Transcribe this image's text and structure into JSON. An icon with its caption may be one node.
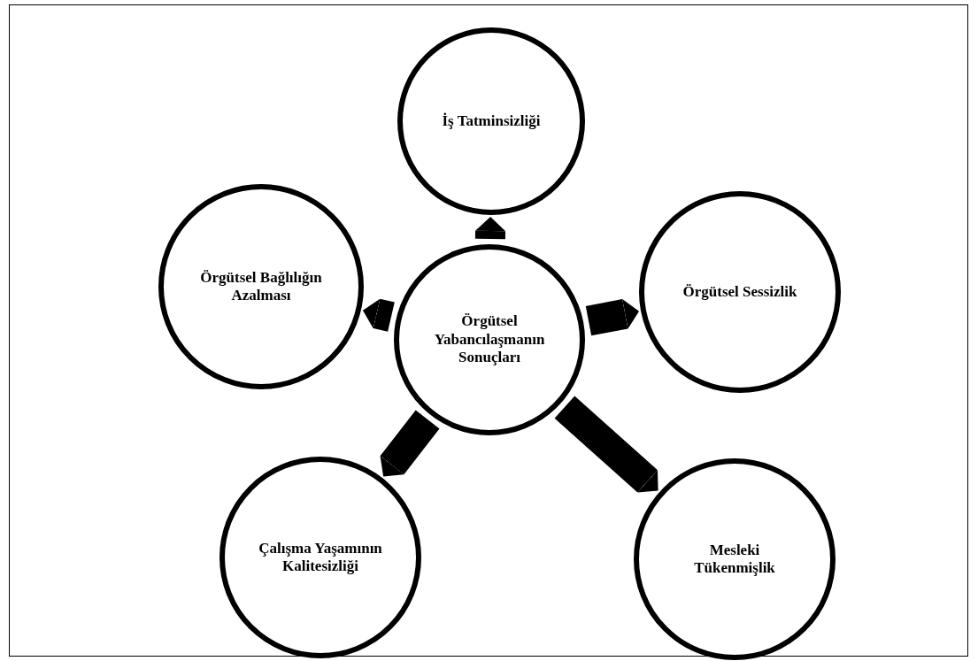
{
  "diagram": {
    "nodes": [
      {
        "text": [
          "Örgütsel Yabancılaşmanın Sonuçları"
        ]
      },
      {
        "text": [
          "İş Tatminsizliği"
        ]
      },
      {
        "text": [
          "Örgütsel Bağlılığın Azalması"
        ]
      },
      {
        "text": [
          "Örgütsel Sessizlik"
        ]
      },
      {
        "text": [
          "Çalışma Yaşamının Kalitesizliği"
        ]
      },
      {
        "text": [
          "Mesleki Tükenmişlik"
        ]
      }
    ],
    "edges": [
      {
        "from": 0,
        "to": 1,
        "arrow": "to"
      },
      {
        "from": 0,
        "to": 2,
        "arrow": "to"
      },
      {
        "from": 0,
        "to": 3,
        "arrow": "to"
      },
      {
        "from": 0,
        "to": 4,
        "arrow": "to"
      },
      {
        "from": 0,
        "to": 5,
        "arrow": "to"
      }
    ]
  }
}
